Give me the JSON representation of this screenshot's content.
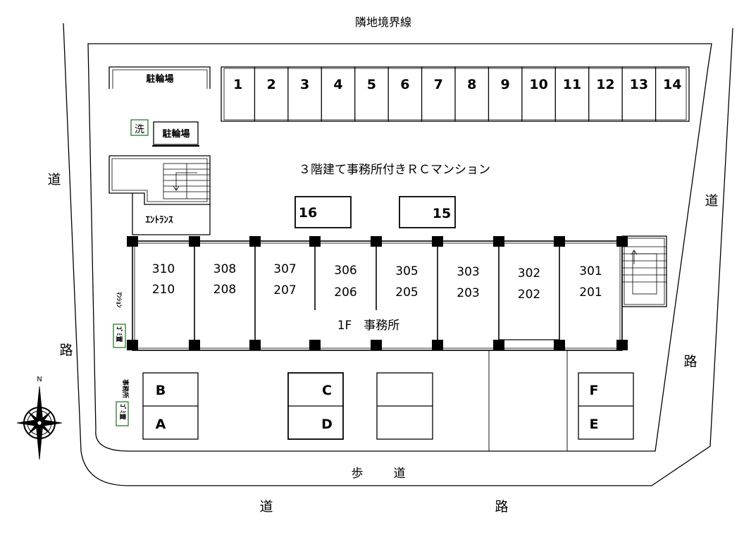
{
  "labels": {
    "boundary": "隣地境界線",
    "road_left_top": "道",
    "road_left_bottom": "路",
    "road_right_top": "道",
    "road_right_bottom": "路",
    "road_bottom_left": "道",
    "road_bottom_right": "路",
    "sidewalk_left": "歩",
    "sidewalk_right": "道",
    "building_title": "３階建て事務所付きＲＣマンション",
    "office_1f": "1F　事務所",
    "entrance": "ｴﾝﾄﾗﾝｽ",
    "bicycle_1": "駐輪場",
    "bicycle_2": "駐輪場",
    "wash": "洗",
    "garbage_mansion_label": "ﾏﾝｼｮﾝ",
    "garbage_mansion_box": "ｺﾞﾐ置",
    "garbage_office_label": "事務所",
    "garbage_office_box": "ｺﾞﾐ置",
    "compass_n": "N"
  },
  "parking_top": [
    "1",
    "2",
    "3",
    "4",
    "5",
    "6",
    "7",
    "8",
    "9",
    "10",
    "11",
    "12",
    "13",
    "14"
  ],
  "parking_mid": [
    "16",
    "15"
  ],
  "parking_bottom": [
    "B",
    "A",
    "C",
    "D",
    "F",
    "E"
  ],
  "units": [
    {
      "upper": "310",
      "lower": "210"
    },
    {
      "upper": "308",
      "lower": "208"
    },
    {
      "upper": "307",
      "lower": "207"
    },
    {
      "upper": "306",
      "lower": "206"
    },
    {
      "upper": "305",
      "lower": "205"
    },
    {
      "upper": "303",
      "lower": "203"
    },
    {
      "upper": "302",
      "lower": "202"
    },
    {
      "upper": "301",
      "lower": "201"
    }
  ]
}
